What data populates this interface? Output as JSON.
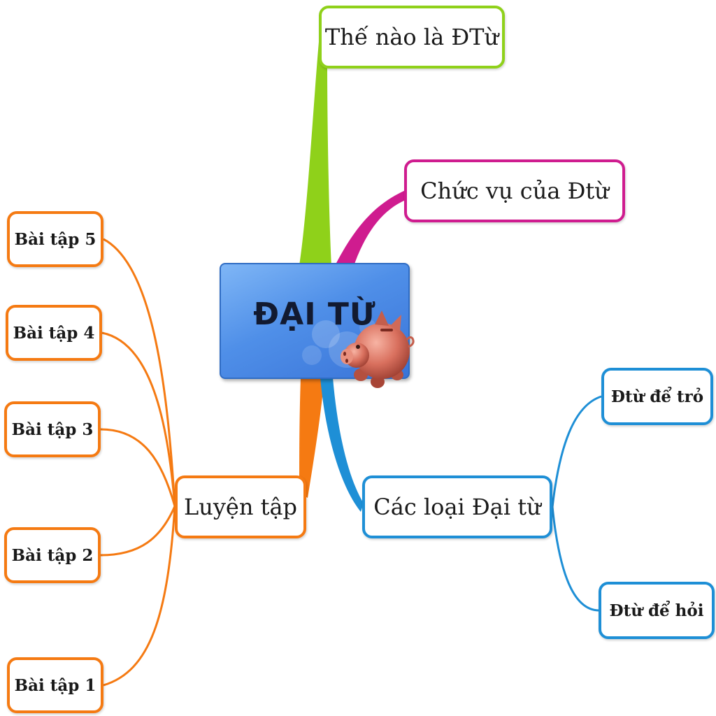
{
  "mindmap": {
    "central": {
      "label": "ĐẠI TỪ"
    },
    "branches": {
      "definition": {
        "label": "Thế nào là ĐTừ",
        "color": "#8fd11a"
      },
      "role": {
        "label": "Chức vụ của Đtừ",
        "color": "#cf1c8f"
      },
      "types": {
        "label": "Các loại Đại từ",
        "color": "#1e8fd6",
        "children": [
          "Đtừ để trỏ",
          "Đtừ để hỏi"
        ]
      },
      "practice": {
        "label": "Luyện tập",
        "color": "#f57a12",
        "children": [
          "Bài tập 5",
          "Bài tập 4",
          "Bài tập 3",
          "Bài tập 2",
          "Bài tập 1"
        ]
      }
    }
  },
  "icons": {
    "central_decoration": "piggy-bank-icon"
  }
}
